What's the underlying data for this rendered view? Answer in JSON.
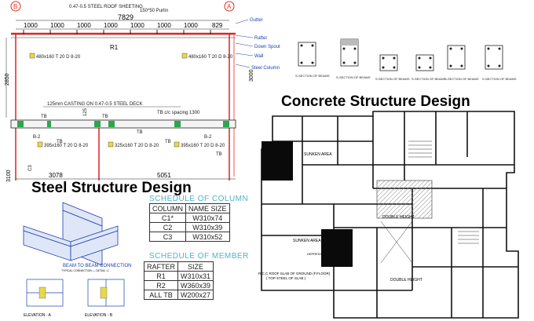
{
  "steel_elevation": {
    "top_notes": [
      "0.47-0.5 STEEL ROOF SHEETING",
      "150*50 Purlin"
    ],
    "grid_bubbles": [
      "B",
      "A"
    ],
    "overall_dim": "7829",
    "segment_dims": [
      "1000",
      "1000",
      "1000",
      "1000",
      "1000",
      "1000",
      "1000",
      "829"
    ],
    "right_notes": [
      "Gutter",
      "Rafter",
      "Down Spout",
      "Wall",
      "Steel Column"
    ],
    "beam_label": "R1",
    "section_labels": [
      "480x160 T 20 D 8-20",
      "480x160 T 20 D 8-20"
    ],
    "height_dims": [
      "2850",
      "3000",
      "3100"
    ],
    "mid_note": "125mm CASTING ON 0.47-0.5 STEEL DECK",
    "spacing_note": "TB c/c spacing 1300",
    "tb_labels": [
      "TB",
      "TB",
      "TB",
      "TB",
      "TB",
      "TB"
    ],
    "beam_labels": [
      "B-2",
      "B-2",
      "C3"
    ],
    "lower_sections": [
      "395x160 T 20 D 8-20",
      "325x160 T 20 D 8-20",
      "395x160 T 20 D 8-20"
    ],
    "bottom_dims": [
      "3078",
      "5051"
    ],
    "small_dim": "125"
  },
  "steel_title": "Steel Structure Design",
  "concrete_title": "Concrete Structure Design",
  "column_schedule": {
    "title": "SCHEDULE OF COLUMN",
    "headers": [
      "COLUMN",
      "NAME SIZE"
    ],
    "rows": [
      [
        "C1*",
        "W310x74"
      ],
      [
        "C2",
        "W310x39"
      ],
      [
        "C3",
        "W310x52"
      ]
    ]
  },
  "member_schedule": {
    "title": "SCHEDULE OF MEMBER",
    "headers": [
      "RAFTER",
      "SIZE"
    ],
    "rows": [
      [
        "R1",
        "W310x31"
      ],
      [
        "R2",
        "W360x39"
      ],
      [
        "ALL TB",
        "W200x27"
      ]
    ]
  },
  "connection": {
    "caption": "BEAM TO BEAM CONNECTION",
    "sub_caption": "TYPICAL CONNECTION — DETAIL -C",
    "elevations": [
      "ELEVATION - A",
      "ELEVATION - B"
    ]
  },
  "sections": {
    "labels": [
      "S-SECTION OF BEAMS",
      "S-SECTION OF BEAMS",
      "S-SECTION OF BEAMS",
      "S-SECTION OF BEAMS",
      "S-SECTION OF BEAMS",
      "S-SECTION OF BEAMS"
    ]
  },
  "floor_plan": {
    "labels": [
      "SUNKEN AREA",
      "SUNKEN AREA",
      "DOUBLE HEIGHT",
      "DOUBLE HEIGHT",
      "DEPRESS"
    ],
    "plan_title": "R.C.C ROOF SLAB OF GROUND (F.FLOOR)",
    "plan_subtitle": "( TOP STEEL OF SLAB )"
  }
}
